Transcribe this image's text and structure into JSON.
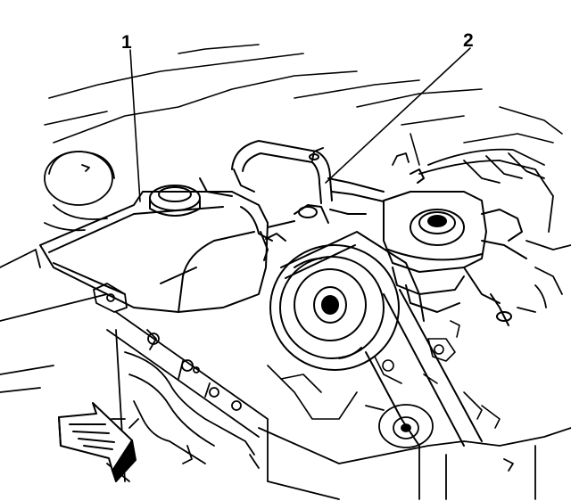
{
  "callouts": [
    {
      "id": "1",
      "label": "1"
    },
    {
      "id": "2",
      "label": "2"
    }
  ],
  "colors": {
    "ink": "#000000",
    "paper": "#ffffff"
  },
  "icons": {
    "direction": "front-direction-arrow-icon"
  }
}
